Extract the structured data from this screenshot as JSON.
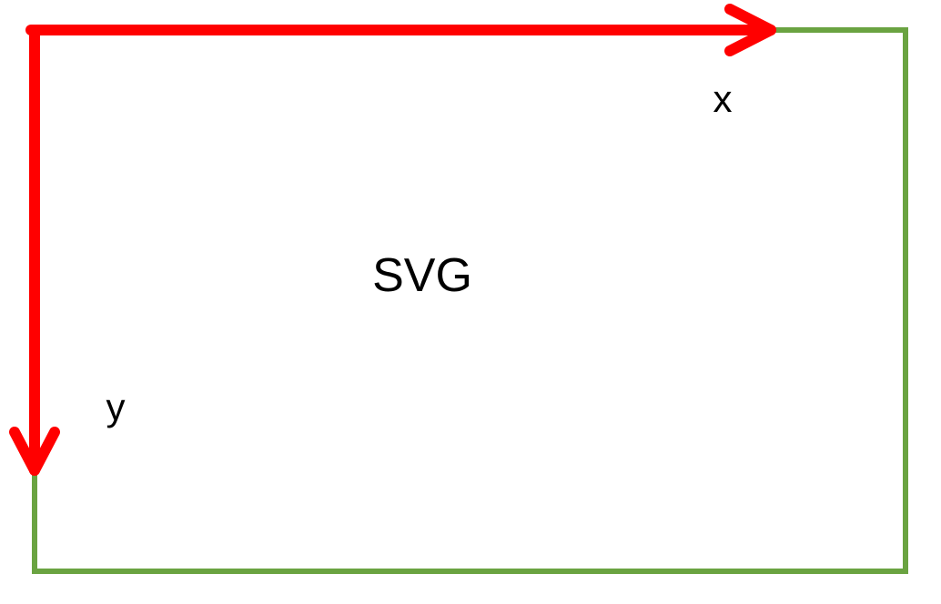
{
  "diagram": {
    "center_label": "SVG",
    "x_axis_label": "x",
    "y_axis_label": "y"
  },
  "colors": {
    "background": "#ffffff",
    "frame": "#6aa341",
    "axes": "#ff0000",
    "text": "#000000"
  }
}
